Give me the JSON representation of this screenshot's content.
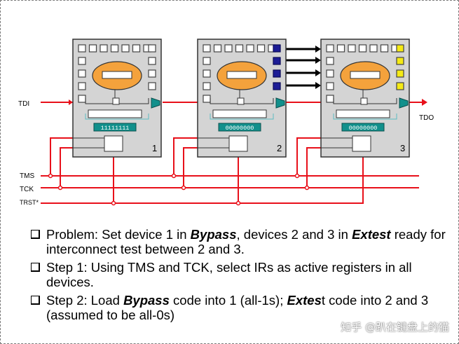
{
  "diagram": {
    "inputs": {
      "tdi": "TDI",
      "tms": "TMS",
      "tck": "TCK",
      "trst": "TRST*",
      "tdo": "TDO"
    },
    "devices": [
      {
        "number": "1",
        "register_code": "11111111",
        "boundary_color": "#ffffff"
      },
      {
        "number": "2",
        "register_code": "00000000",
        "boundary_color": "#1c1c96"
      },
      {
        "number": "3",
        "register_code": "00000000",
        "boundary_color": "#f5ea14"
      }
    ],
    "colors": {
      "signal": "#e8101a",
      "device_fill": "#d4d4d4",
      "ellipse": "#f4a23c",
      "register": "#12908c",
      "interconnect": "#000000"
    }
  },
  "bullets": [
    {
      "parts": [
        "Problem: Set device 1 in ",
        "Bypass",
        ", devices 2 and 3 in ",
        "Extest",
        " ready for interconnect test between 2 and 3."
      ]
    },
    {
      "parts": [
        "Step 1: Using TMS and TCK, select IRs as active registers in all devices."
      ]
    },
    {
      "parts": [
        "Step 2: Load ",
        "Bypass",
        " code into 1 (all-1s); ",
        "Extes",
        "t code into 2 and 3 (assumed to be all-0s)"
      ]
    }
  ],
  "watermark": "知乎 @趴在键盘上的猫"
}
